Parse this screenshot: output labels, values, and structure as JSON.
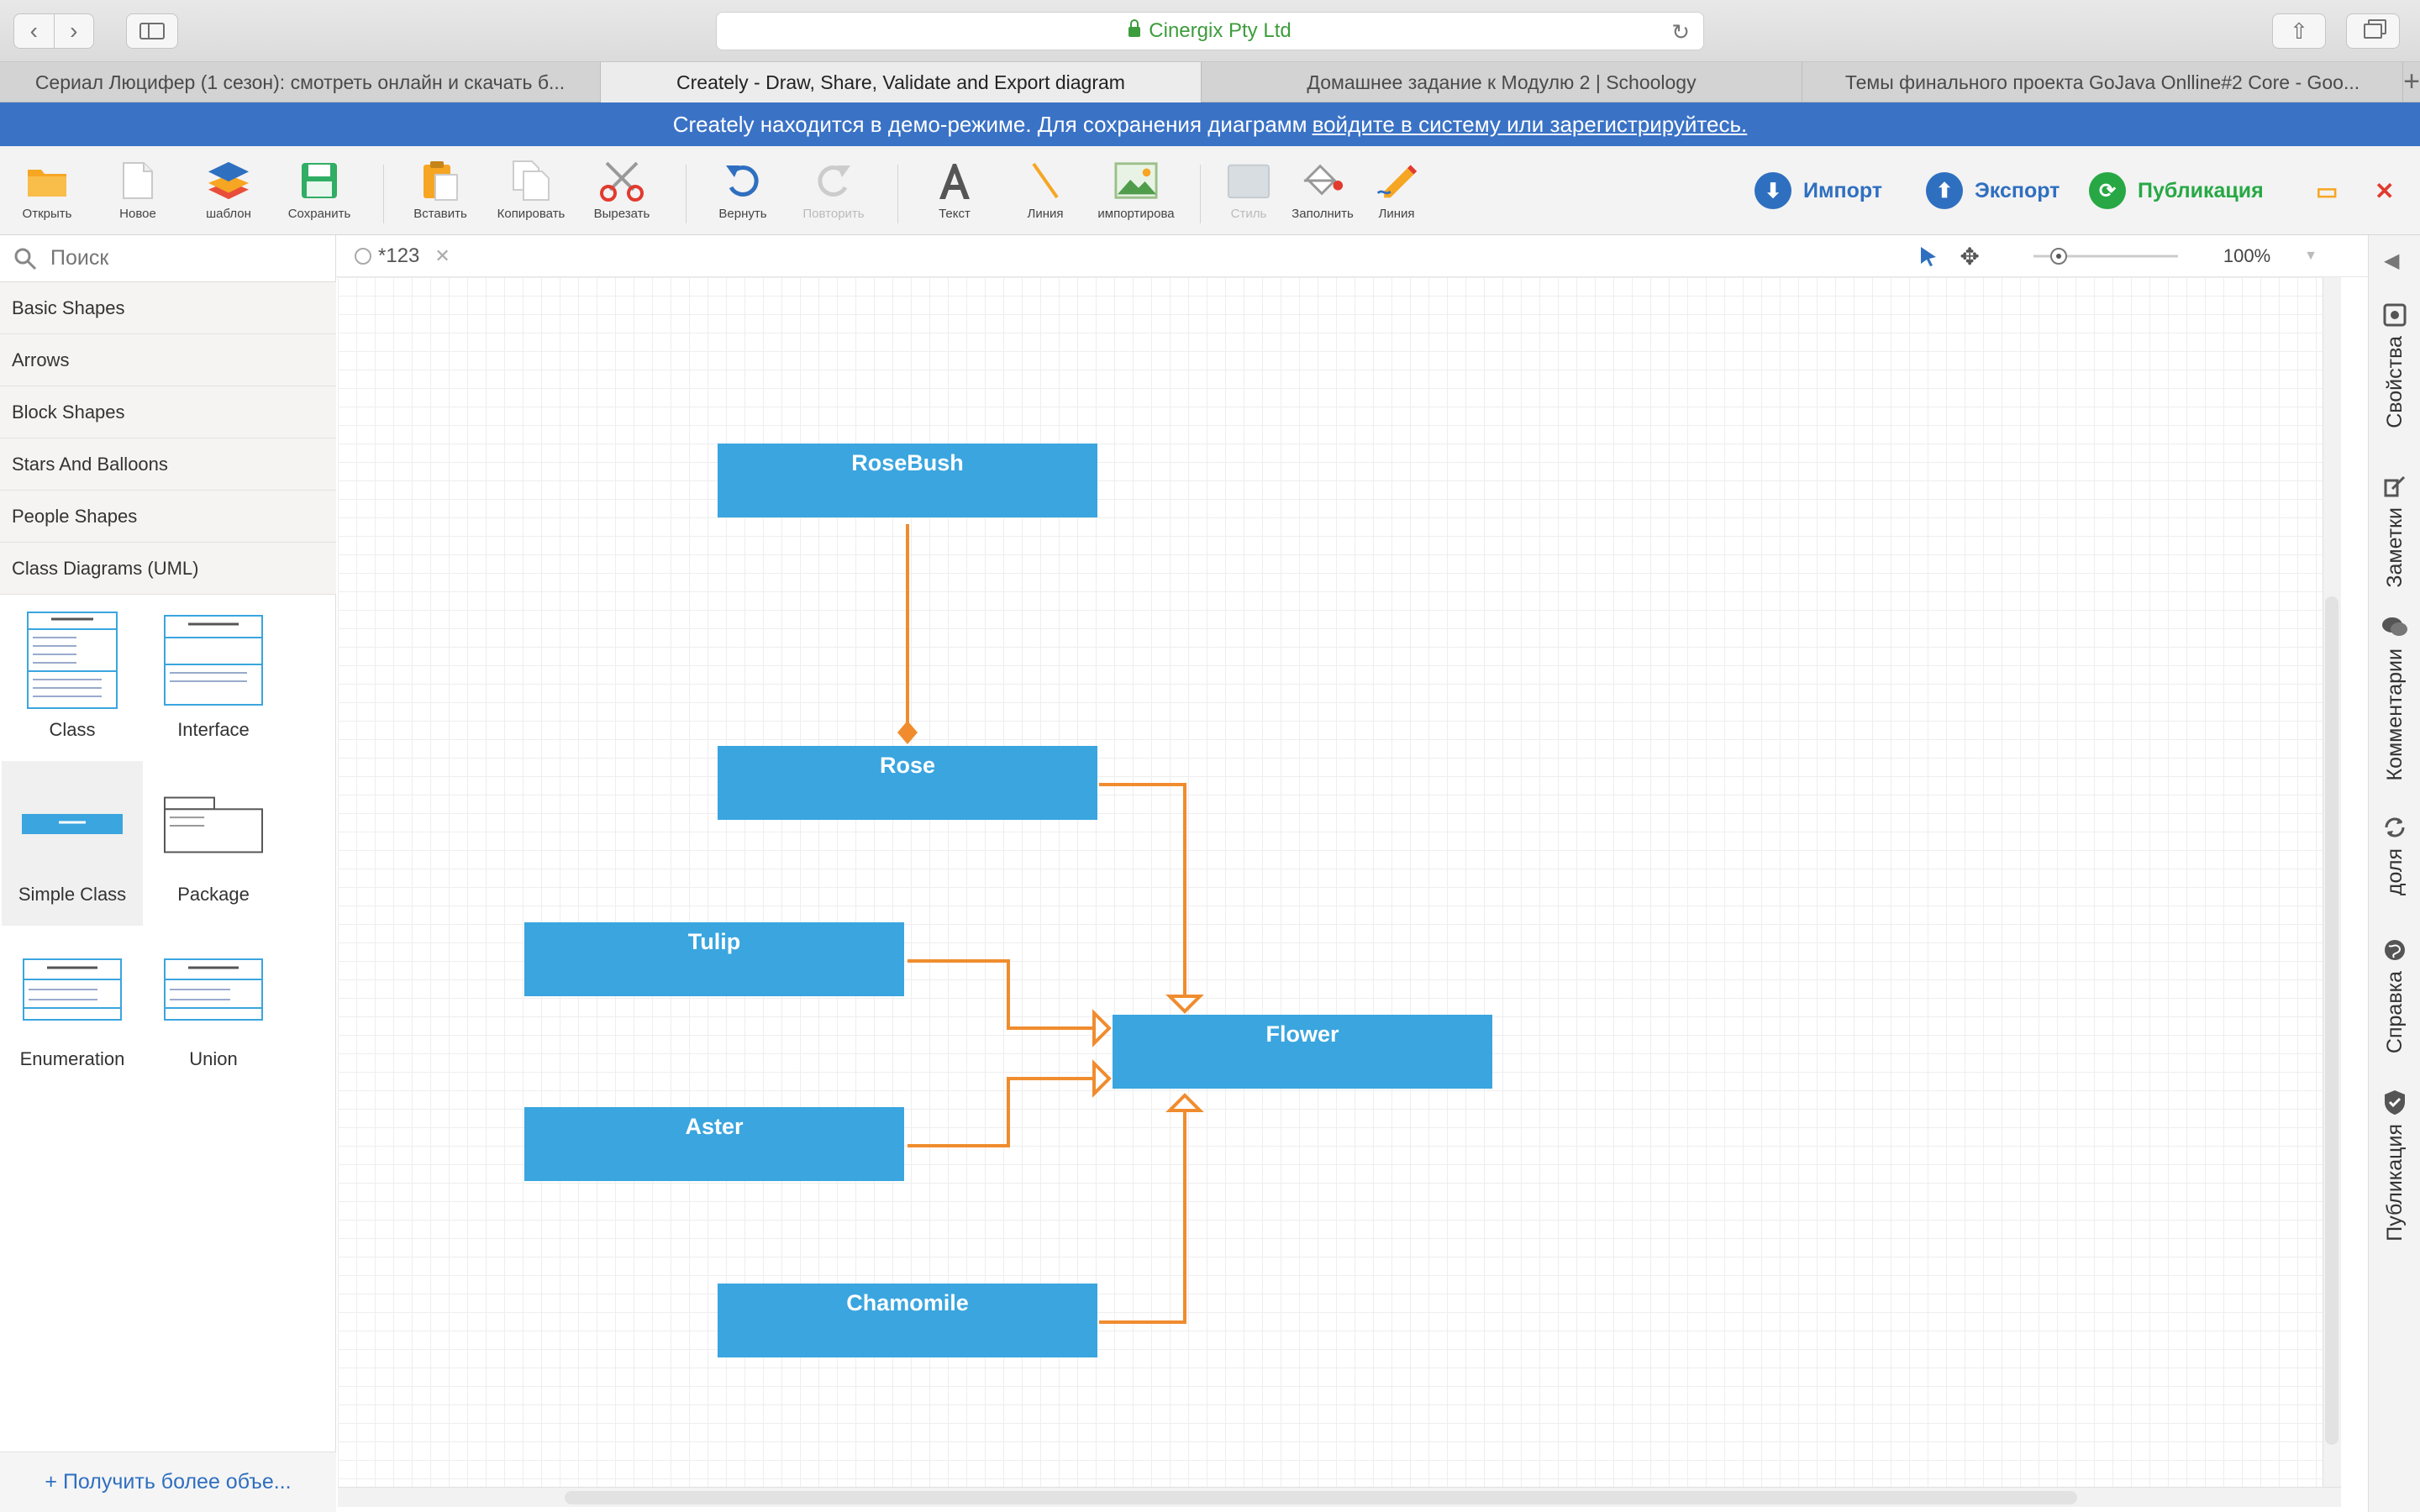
{
  "browser": {
    "url_site": "Cinergix Pty Ltd",
    "tabs": [
      {
        "label": "Сериал Люцифер (1 сезон): смотреть онлайн и скачать б..."
      },
      {
        "label": "Creately - Draw, Share, Validate and Export diagram"
      },
      {
        "label": "Домашнее задание к Модулю 2 | Schoology"
      },
      {
        "label": "Темы финального проекта GoJava Onlline#2 Core - Goo..."
      }
    ]
  },
  "demo_bar": {
    "text": "Creately находится в демо-режиме. Для сохранения диаграмм",
    "link": "войдите в систему или зарегистрируйтесь."
  },
  "toolbar": {
    "open": "Открыть",
    "new": "Новое",
    "template": "шаблон",
    "save": "Сохранить",
    "paste": "Вставить",
    "copy": "Копировать",
    "cut": "Вырезать",
    "undo": "Вернуть",
    "redo": "Повторить",
    "text": "Текст",
    "line": "Линия",
    "import_image": "импортирова",
    "style": "Стиль",
    "fill": "Заполнить",
    "line2": "Линия",
    "import_btn": "Импорт",
    "export_btn": "Экспорт",
    "publish_btn": "Публикация",
    "colors": {
      "import": "#2f6fc0",
      "export": "#2f6fc0",
      "publish": "#27a845",
      "close": "#e23a2e"
    }
  },
  "library": {
    "search_placeholder": "Поиск",
    "categories": [
      "Basic Shapes",
      "Arrows",
      "Block Shapes",
      "Stars And Balloons",
      "People Shapes",
      "Class Diagrams (UML)"
    ],
    "shapes": [
      {
        "label": "Class"
      },
      {
        "label": "Interface"
      },
      {
        "label": "Simple Class"
      },
      {
        "label": "Package"
      },
      {
        "label": "Enumeration"
      },
      {
        "label": "Union"
      }
    ],
    "get_more": "+ Получить более объе..."
  },
  "document": {
    "tab_label": "*123",
    "zoom": "100%"
  },
  "diagram": {
    "classes": {
      "rosebush": "RoseBush",
      "rose": "Rose",
      "tulip": "Tulip",
      "aster": "Aster",
      "chamomile": "Chamomile",
      "flower": "Flower"
    },
    "class_color": "#3aa5df",
    "connector_color": "#f08c2e"
  },
  "right_rail": {
    "properties": "Свойства",
    "notes": "Заметки",
    "comments": "Комментарии",
    "share": "доля",
    "help": "Справка",
    "publish": "Публикация"
  }
}
